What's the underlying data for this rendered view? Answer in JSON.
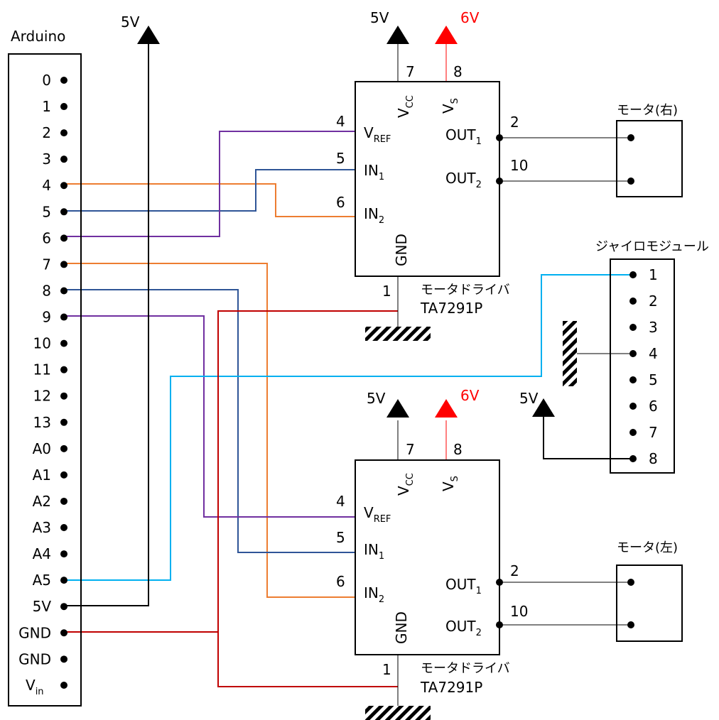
{
  "arduino": {
    "title": "Arduino",
    "pins": [
      "0",
      "1",
      "2",
      "3",
      "4",
      "5",
      "6",
      "7",
      "8",
      "9",
      "10",
      "11",
      "12",
      "13",
      "A0",
      "A1",
      "A2",
      "A3",
      "A4",
      "A5",
      "5V",
      "GND",
      "GND"
    ],
    "vin_main": "V",
    "vin_sub": "in"
  },
  "power": {
    "v5": "5V",
    "v6": "6V"
  },
  "drivers": [
    {
      "label_top": "モータドライバ",
      "label_bottom": "TA7291P",
      "pins": {
        "vcc": "7",
        "vs": "8",
        "vref": "4",
        "in1": "5",
        "in2": "6",
        "gnd": "1",
        "out1": "2",
        "out2": "10"
      },
      "vcc_main": "V",
      "vcc_sub": "CC",
      "vs_main": "V",
      "vs_sub": "S",
      "vref_main": "V",
      "vref_sub": "REF",
      "in1_main": "IN",
      "in1_sub": "1",
      "in2_main": "IN",
      "in2_sub": "2",
      "out1_main": "OUT",
      "out1_sub": "1",
      "out2_main": "OUT",
      "out2_sub": "2",
      "gnd": "GND"
    },
    {
      "label_top": "モータドライバ",
      "label_bottom": "TA7291P",
      "pins": {
        "vcc": "7",
        "vs": "8",
        "vref": "4",
        "in1": "5",
        "in2": "6",
        "gnd": "1",
        "out1": "2",
        "out2": "10"
      },
      "vcc_main": "V",
      "vcc_sub": "CC",
      "vs_main": "V",
      "vs_sub": "S",
      "vref_main": "V",
      "vref_sub": "REF",
      "in1_main": "IN",
      "in1_sub": "1",
      "in2_main": "IN",
      "in2_sub": "2",
      "out1_main": "OUT",
      "out1_sub": "1",
      "out2_main": "OUT",
      "out2_sub": "2",
      "gnd": "GND"
    }
  ],
  "motors": {
    "right": "モータ(右)",
    "left": "モータ(左)"
  },
  "gyro": {
    "title": "ジャイロモジュール",
    "pins": [
      "1",
      "2",
      "3",
      "4",
      "5",
      "6",
      "7",
      "8"
    ]
  },
  "colors": {
    "purple": "#7030a0",
    "blue": "#2f5597",
    "orange": "#ed7d31",
    "darkred": "#c00000",
    "cyan": "#00b0f0",
    "red": "#ff0000",
    "black": "#000000"
  }
}
